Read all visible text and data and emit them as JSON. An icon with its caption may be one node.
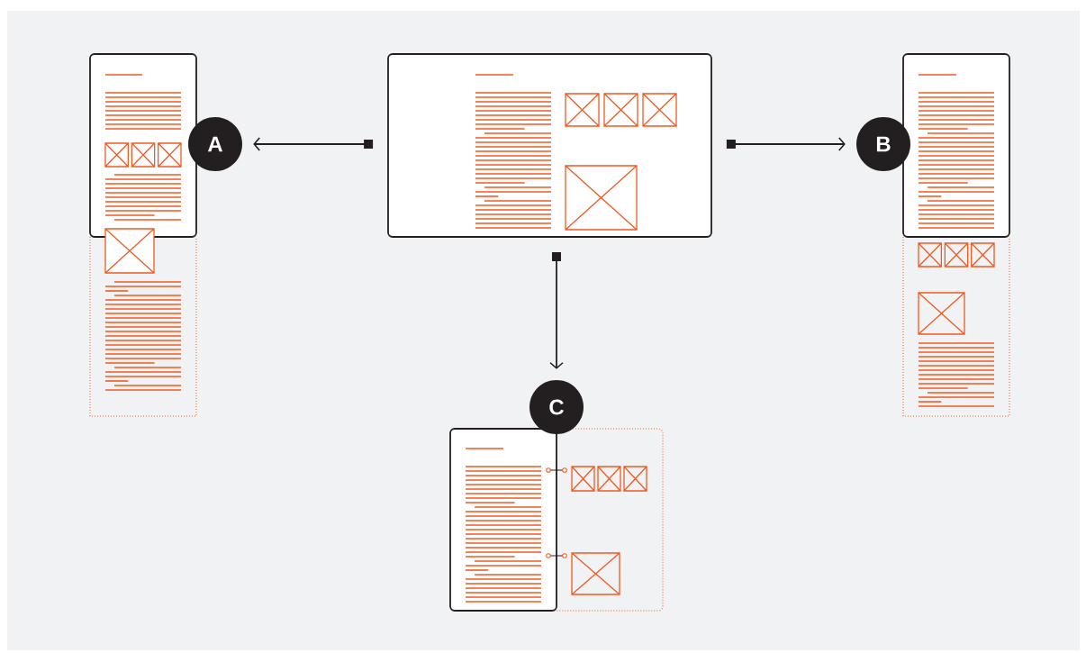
{
  "diagram": {
    "nodes": [
      {
        "text": [],
        "shape": "box"
      },
      {
        "text": [
          "A"
        ]
      },
      {
        "text": [
          "B"
        ]
      },
      {
        "text": [
          "C"
        ]
      }
    ],
    "edges": [
      {
        "from": 0,
        "to": 1,
        "arrow": "to"
      },
      {
        "from": 0,
        "to": 2,
        "arrow": "to"
      },
      {
        "from": 0,
        "to": 3,
        "arrow": "to"
      }
    ]
  }
}
